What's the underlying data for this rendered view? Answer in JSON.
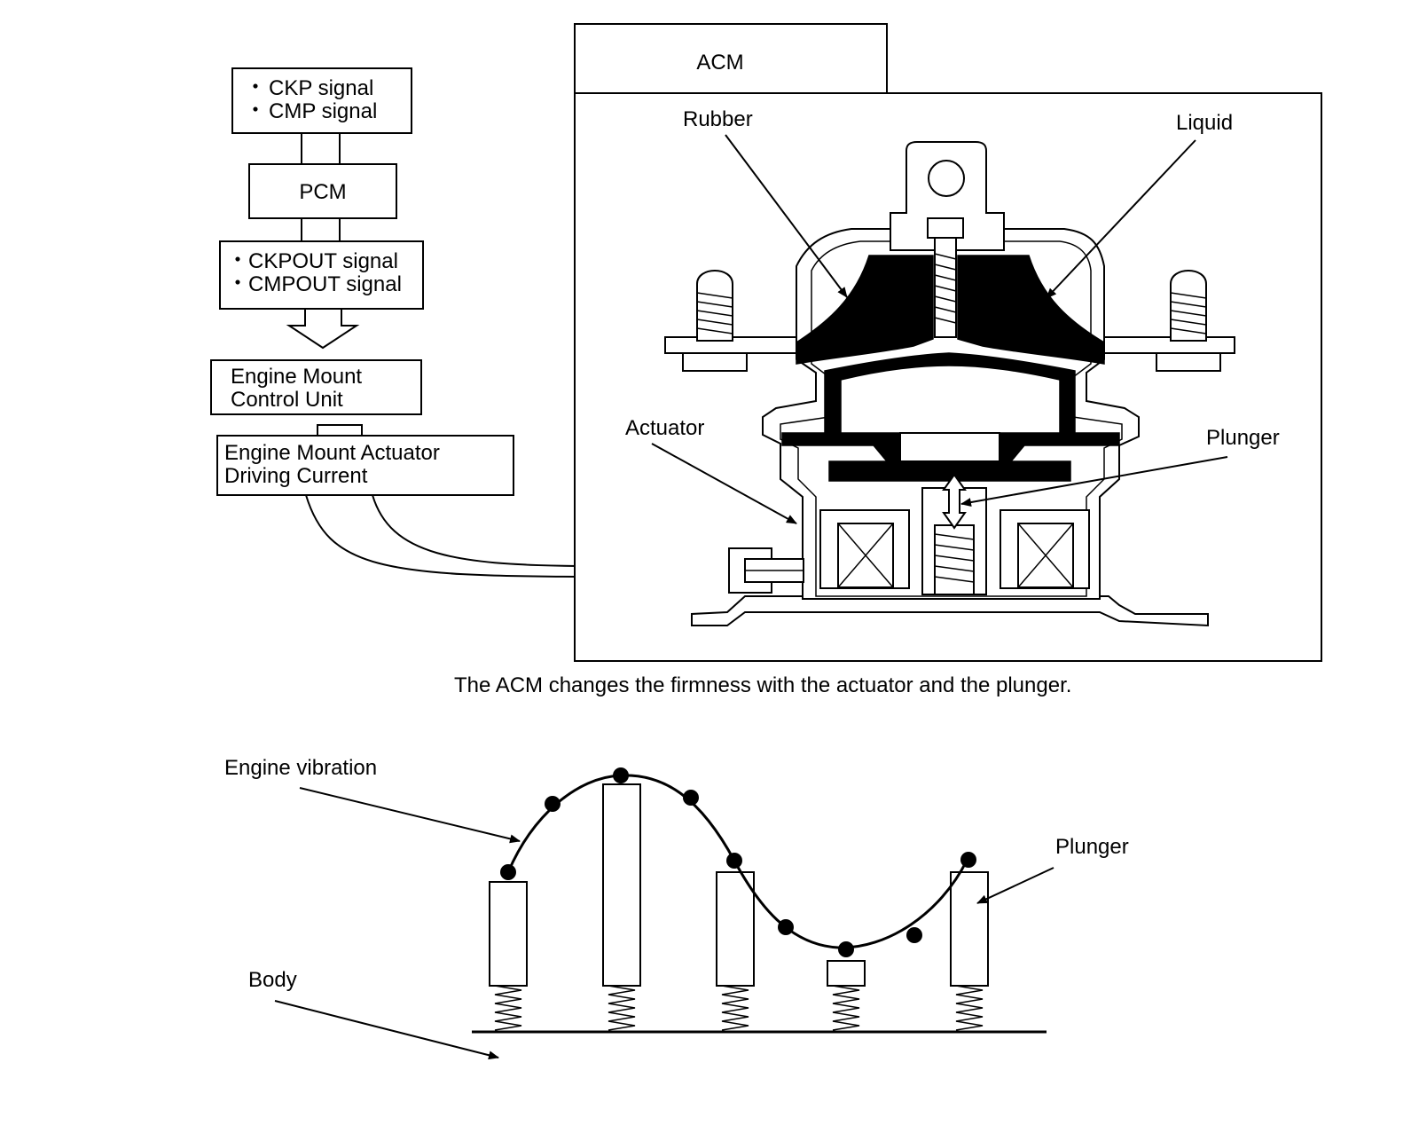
{
  "flow": {
    "inputs": [
      "CKP signal",
      "CMP signal"
    ],
    "pcm": "PCM",
    "outputs": [
      "CKPOUT signal",
      "CMPOUT signal"
    ],
    "control_unit": [
      "Engine Mount",
      "Control Unit"
    ],
    "driving_current": [
      "Engine Mount Actuator",
      "Driving Current"
    ],
    "bullet": "・"
  },
  "acm": {
    "tab_title": "ACM",
    "labels": {
      "rubber": "Rubber",
      "liquid": "Liquid",
      "actuator": "Actuator",
      "plunger": "Plunger"
    }
  },
  "caption": "The ACM changes the firmness with the actuator and the plunger.",
  "vibration": {
    "labels": {
      "engine_vibration": "Engine vibration",
      "plunger": "Plunger",
      "body": "Body"
    }
  }
}
